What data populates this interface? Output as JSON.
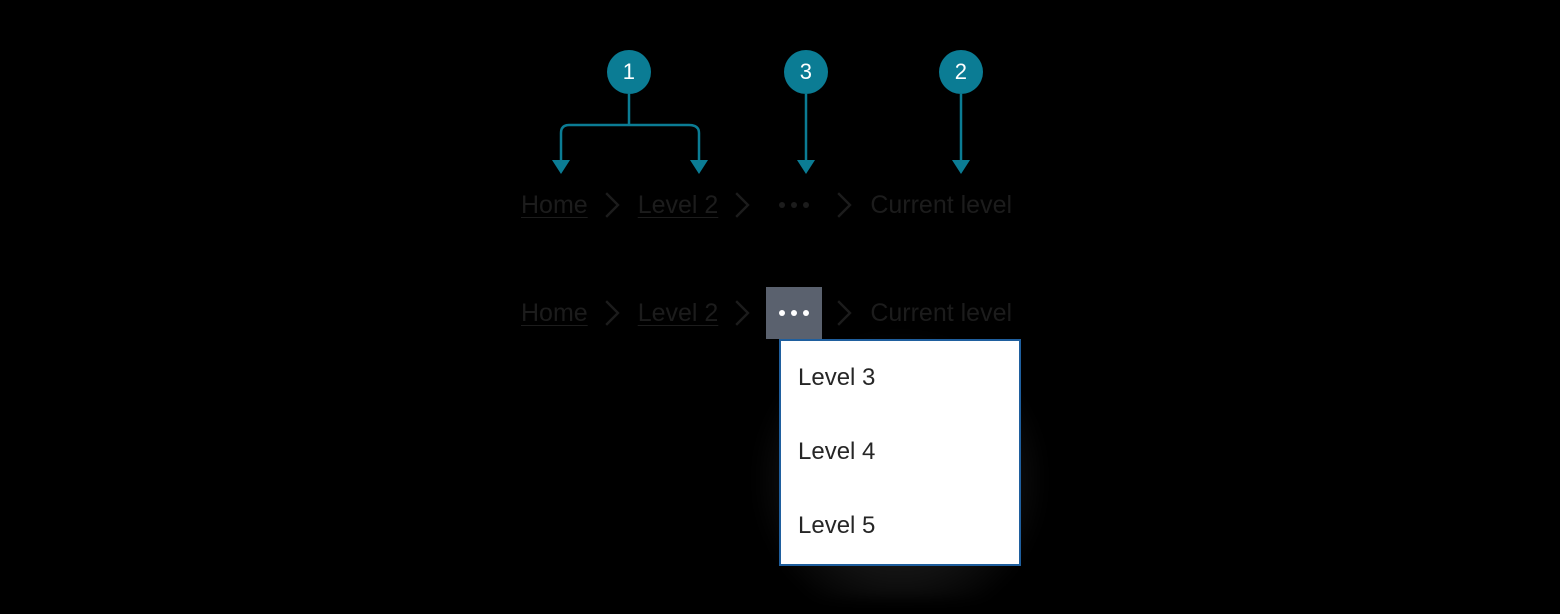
{
  "colors": {
    "callout_fill": "#0b7c94",
    "callout_text": "#ffffff",
    "connector": "#0b7c94",
    "crumb_text": "#1c1c1c",
    "overflow_active_bg": "#5a616e",
    "dropdown_border": "#1f5f9e",
    "dropdown_bg": "#ffffff",
    "menu_text": "#262626",
    "page_bg": "#000000"
  },
  "callouts": [
    {
      "number": "1",
      "name": "callout-1"
    },
    {
      "number": "3",
      "name": "callout-3"
    },
    {
      "number": "2",
      "name": "callout-2"
    }
  ],
  "breadcrumb_top": {
    "home_label": "Home",
    "level2_label": "Level 2",
    "overflow_label": "...",
    "current_label": "Current level",
    "separator": "chevron-right-icon"
  },
  "breadcrumb_bottom": {
    "home_label": "Home",
    "level2_label": "Level 2",
    "overflow_label": "...",
    "current_label": "Current level",
    "separator": "chevron-right-icon"
  },
  "dropdown": {
    "items": [
      {
        "label": "Level 3"
      },
      {
        "label": "Level 4"
      },
      {
        "label": "Level 5"
      }
    ]
  }
}
